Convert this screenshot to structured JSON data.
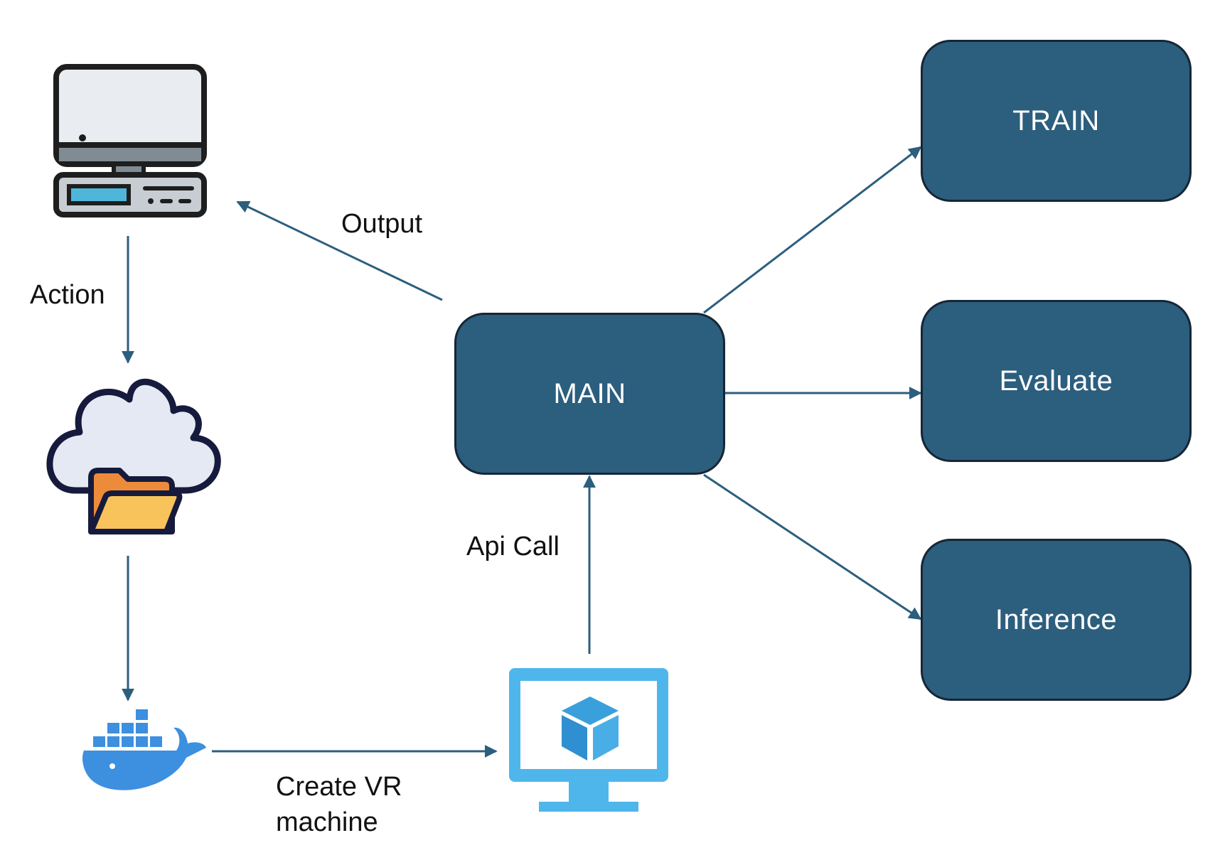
{
  "diagram": {
    "colors": {
      "box_fill": "#2c5e7e",
      "box_border": "#162636",
      "arrow": "#2c5e7e",
      "docker_blue": "#3d8fe0",
      "vm_blue": "#4fb6ec"
    },
    "nodes": {
      "main": {
        "label": "MAIN"
      },
      "train": {
        "label": "TRAIN"
      },
      "evaluate": {
        "label": "Evaluate"
      },
      "inference": {
        "label": "Inference"
      }
    },
    "icons": {
      "computer": "desktop-computer-icon",
      "cloud": "cloud-folder-icon",
      "docker": "docker-whale-icon",
      "vm": "virtual-machine-monitor-icon"
    },
    "edges": {
      "action": "Action",
      "output": "Output",
      "create_vr": "Create VR\nmachine",
      "api_call": "Api Call"
    }
  }
}
